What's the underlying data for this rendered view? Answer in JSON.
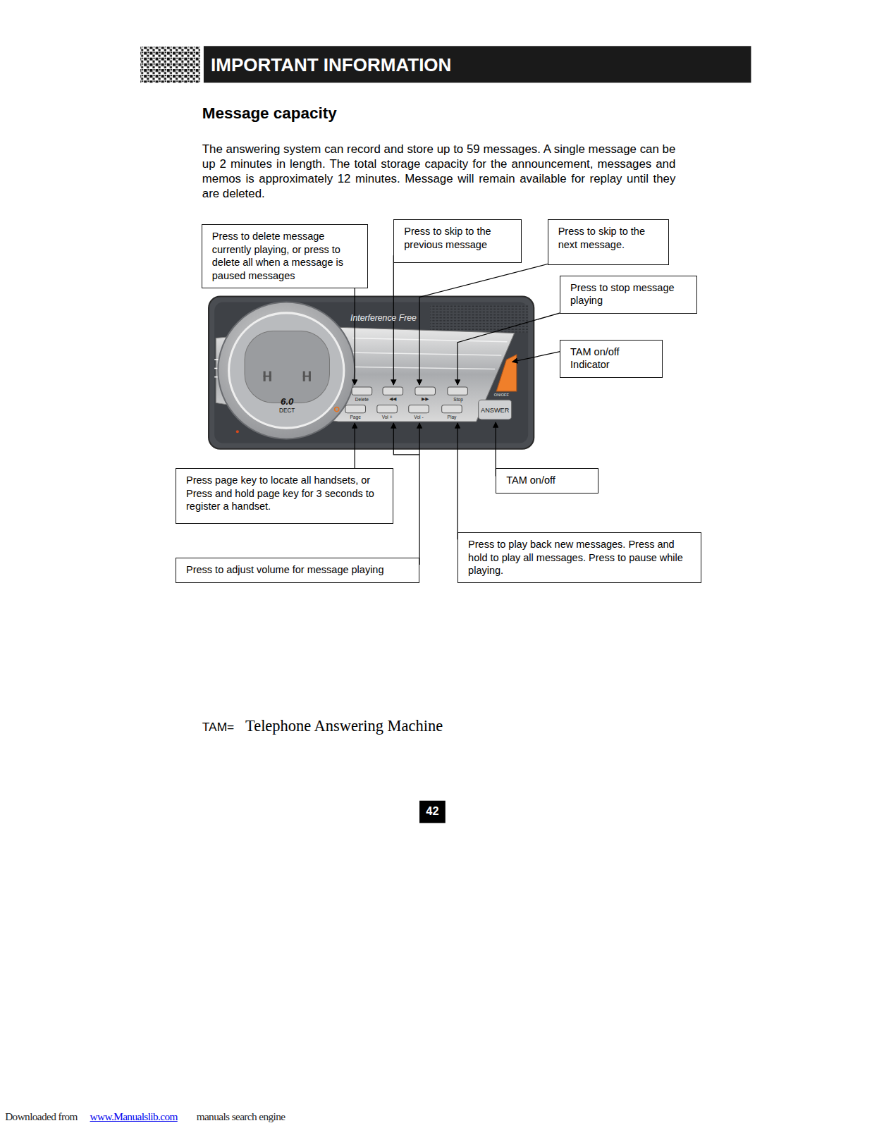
{
  "diagram": {
    "title": "IMPORTANT INFORMATION",
    "nodes": [
      {
        "text": [
          "Press to delete message currently playing, or press to delete all when a message is paused messages"
        ]
      },
      {
        "text": [
          "Press to skip to the previous message"
        ]
      },
      {
        "text": [
          "Press to skip to the next message."
        ]
      },
      {
        "text": [
          "Press to stop message playing"
        ]
      },
      {
        "text": [
          "TAM on/off Indicator"
        ]
      },
      {
        "text": [
          "Press page key to locate all handsets, or Press and hold page key for 3 seconds to register a handset."
        ]
      },
      {
        "text": [
          "TAM on/off"
        ]
      },
      {
        "text": [
          "Press to play back new messages. Press and hold to play all messages. Press to pause while playing."
        ]
      },
      {
        "text": [
          "Press to adjust volume for message playing"
        ]
      }
    ],
    "labels": [
      "Message capacity",
      "The answering system can record and store up to 59 messages. A single message can be up 2 minutes in length. The total storage capacity for the announcement, messages and memos is approximately 12 minutes. Message will remain available for replay until they are deleted.",
      "Interference Free",
      "Delete",
      "◀◀",
      "▶▶",
      "Stop",
      "ON/OFF",
      "Page",
      "Vol +",
      "Vol -",
      "Play",
      "ANSWER",
      "6.0",
      "DECT",
      "TAM=",
      "Telephone Answering Machine",
      "42",
      "Downloaded from",
      "www.Manualslib.com",
      "manuals search engine"
    ]
  }
}
